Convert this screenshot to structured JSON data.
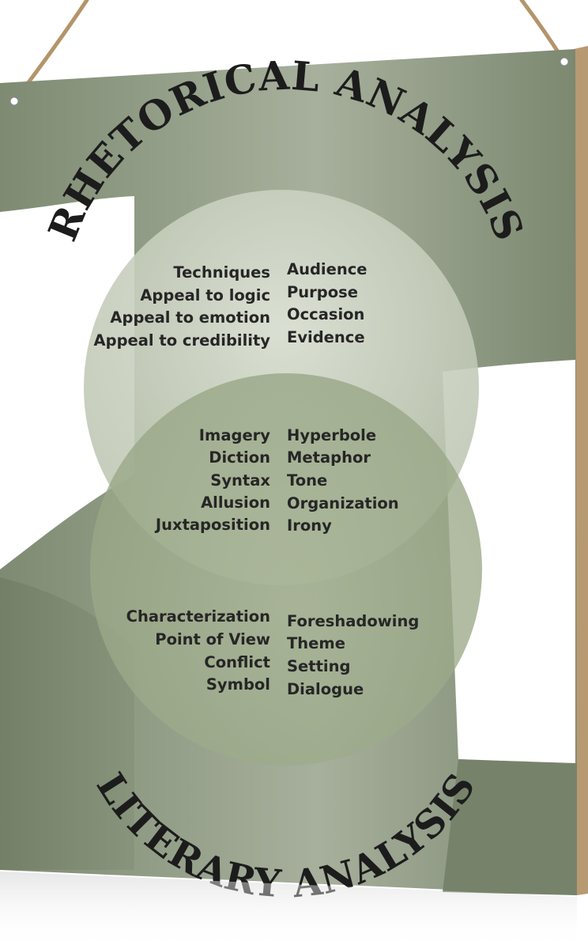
{
  "sign": {
    "top_title": "RHETORICAL ANALYSIS",
    "bottom_title": "LITERARY ANALYSIS",
    "rhetorical": {
      "left": [
        "Techniques",
        "Appeal to logic",
        "Appeal to emotion",
        "Appeal to credibility"
      ],
      "right": [
        "Audience",
        "Purpose",
        "Occasion",
        "Evidence"
      ]
    },
    "shared": {
      "left": [
        "Imagery",
        "Diction",
        "Syntax",
        "Allusion",
        "Juxtaposition"
      ],
      "right": [
        "Hyperbole",
        "Metaphor",
        "Tone",
        "Organization",
        "Irony"
      ]
    },
    "literary": {
      "left": [
        "Characterization",
        "Point of View",
        "Conflict",
        "Symbol"
      ],
      "right": [
        "Foreshadowing",
        "Theme",
        "Setting",
        "Dialogue"
      ]
    },
    "colors": {
      "sage": "#7d8a6f",
      "sage_light": "#b3bea3",
      "white": "#ffffff",
      "edge": "#b89a72"
    }
  }
}
